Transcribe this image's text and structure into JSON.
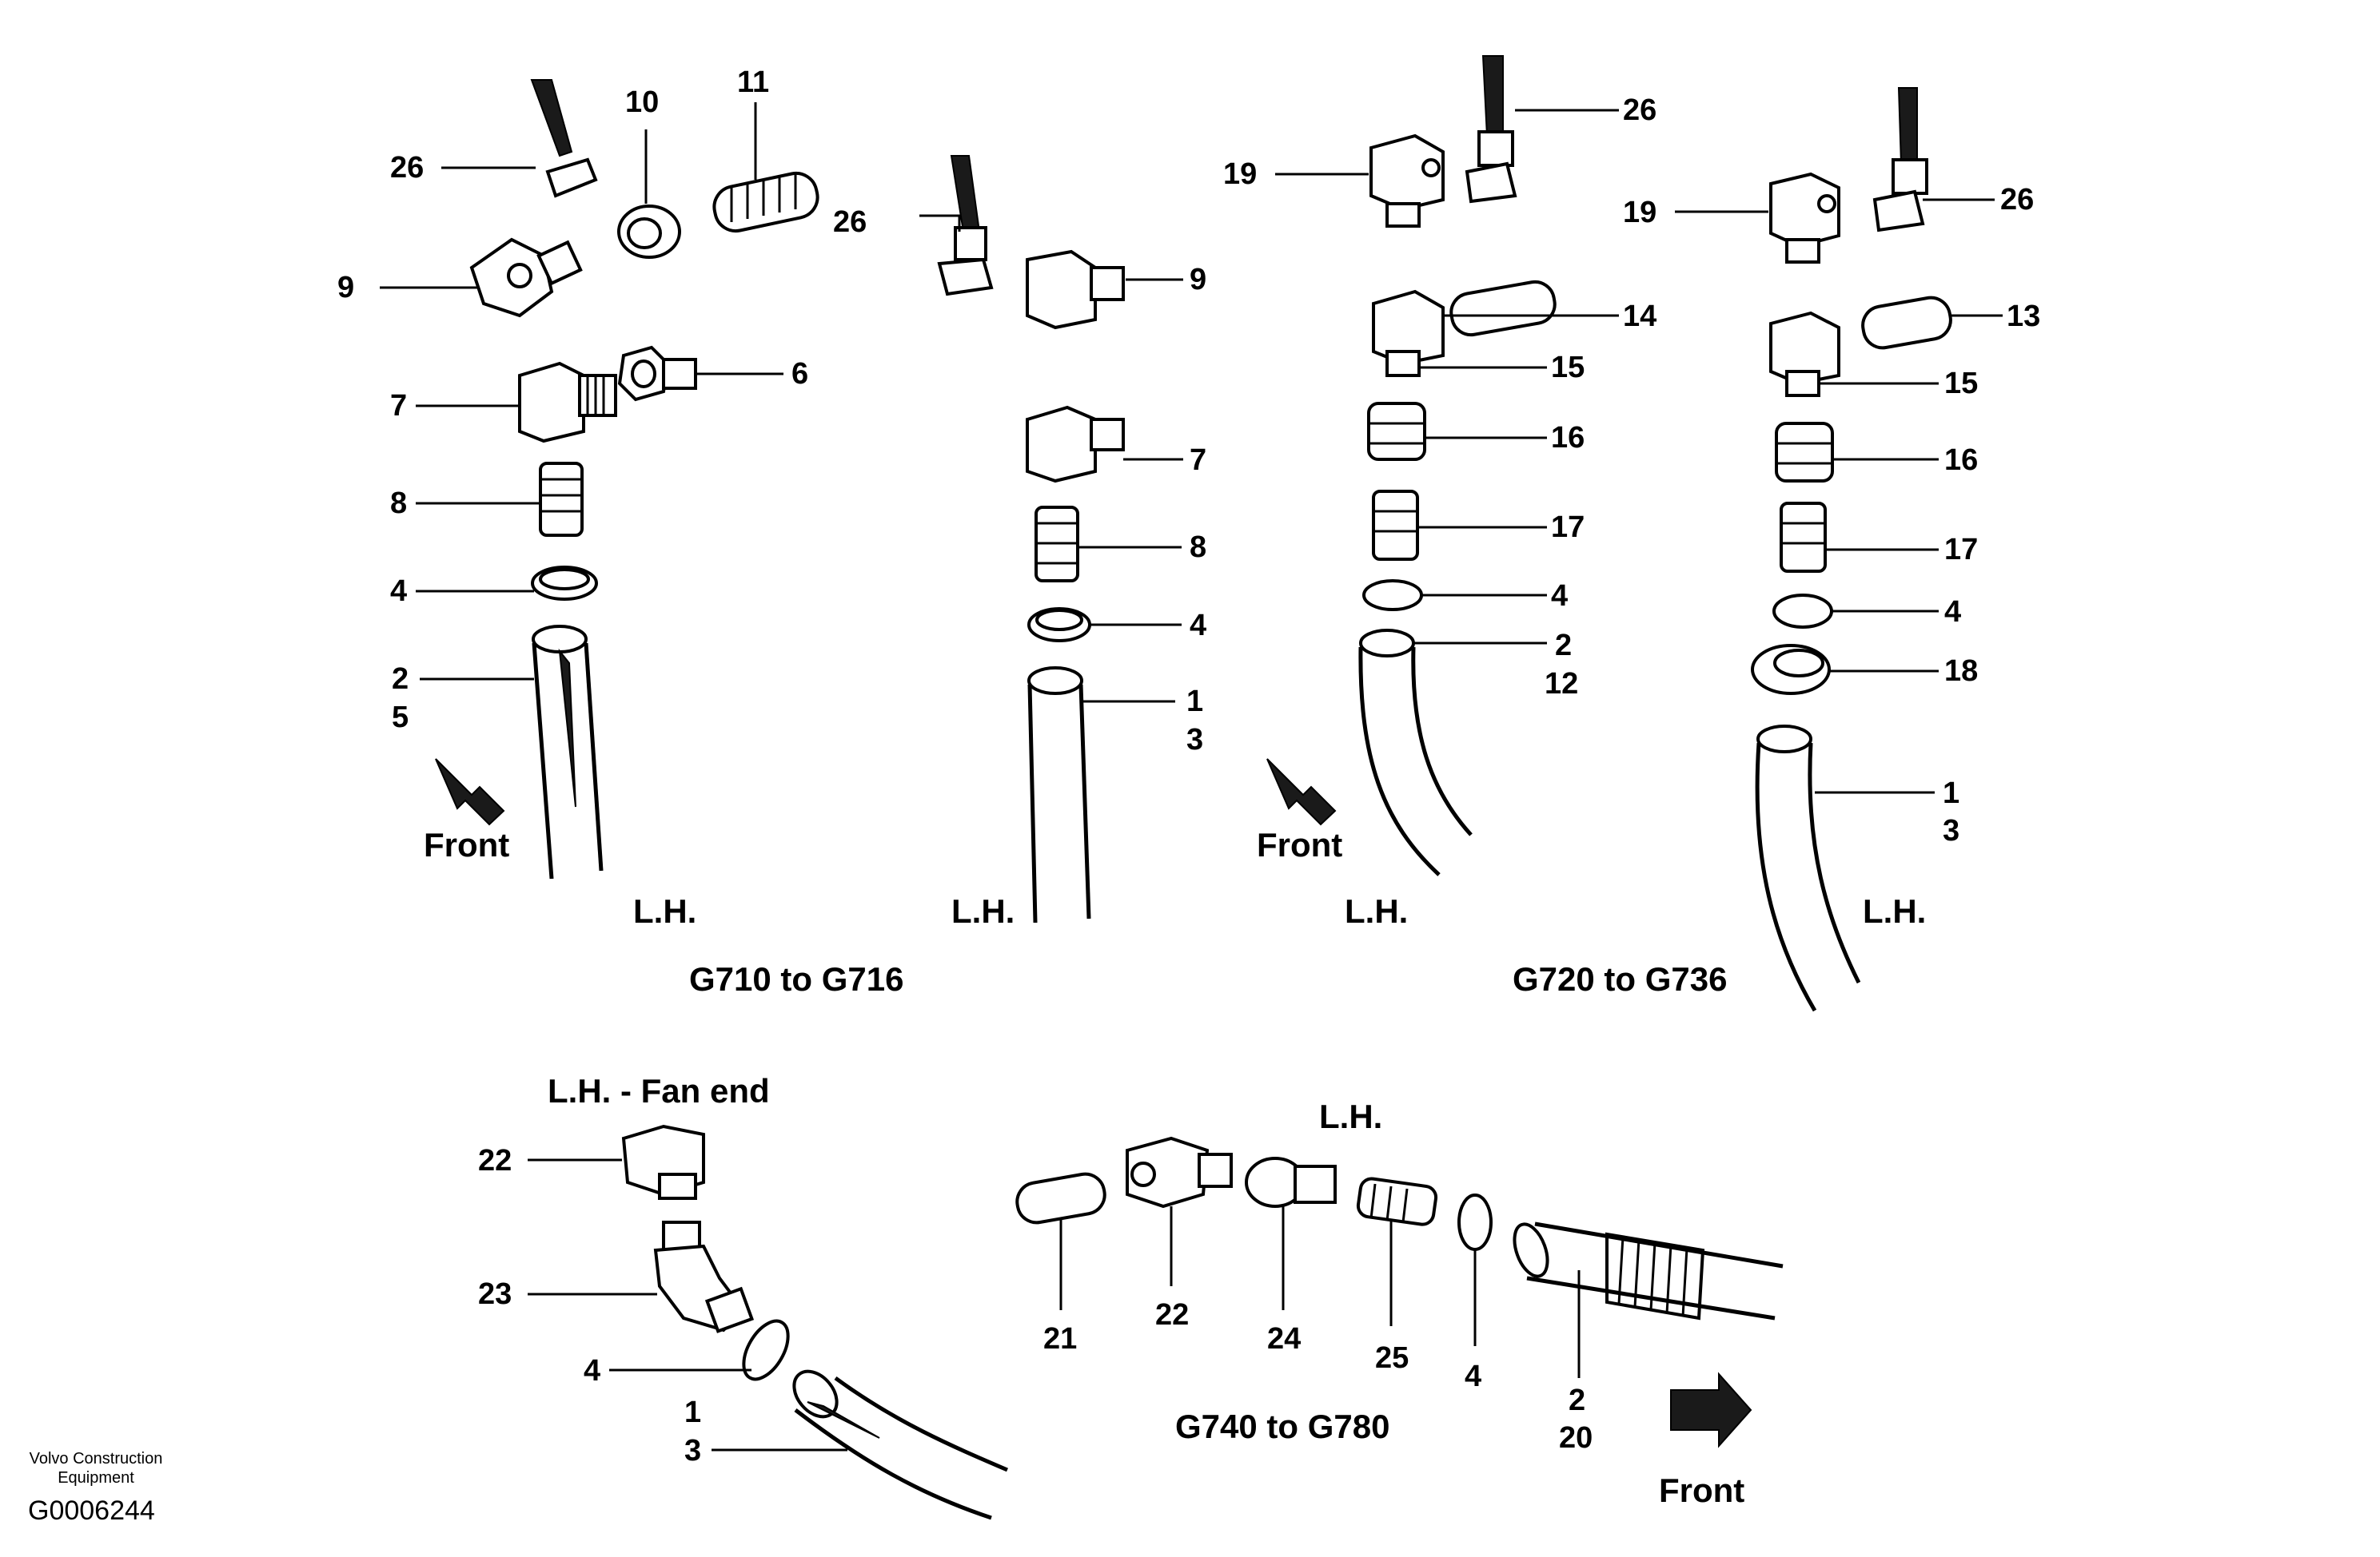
{
  "footer": {
    "company_line1": "Volvo Construction",
    "company_line2": "Equipment",
    "drawing_code": "G0006244"
  },
  "panels": [
    {
      "range_label": "G710 to G716",
      "side_labels": [
        "L.H.",
        "L.H."
      ],
      "direction_label": "Front"
    },
    {
      "range_label": "G720 to G736",
      "side_labels": [
        "L.H.",
        "L.H."
      ],
      "direction_label": "Front"
    },
    {
      "range_label": "G740 to G780",
      "side_labels": [
        "L.H."
      ],
      "direction_label": "Front"
    },
    {
      "range_label": "",
      "side_labels": [
        "L.H. - Fan end"
      ],
      "direction_label": ""
    }
  ],
  "callouts": {
    "p1": [
      "26",
      "10",
      "11",
      "9",
      "7",
      "6",
      "8",
      "4",
      "2",
      "5"
    ],
    "p2": [
      "26",
      "9",
      "7",
      "8",
      "4",
      "1",
      "3"
    ],
    "p3": [
      "19",
      "26",
      "14",
      "15",
      "16",
      "17",
      "4",
      "2",
      "12"
    ],
    "p4": [
      "19",
      "26",
      "13",
      "15",
      "16",
      "17",
      "4",
      "18",
      "1",
      "3"
    ],
    "p5": [
      "22",
      "23",
      "4",
      "1",
      "3"
    ],
    "p6": [
      "21",
      "22",
      "24",
      "25",
      "4",
      "2",
      "20"
    ]
  },
  "icons": [
    "front-arrow-icon",
    "hose-icon",
    "elbow-fitting-icon",
    "hex-nipple-icon",
    "hose-clamp-icon",
    "grease-line-icon"
  ]
}
